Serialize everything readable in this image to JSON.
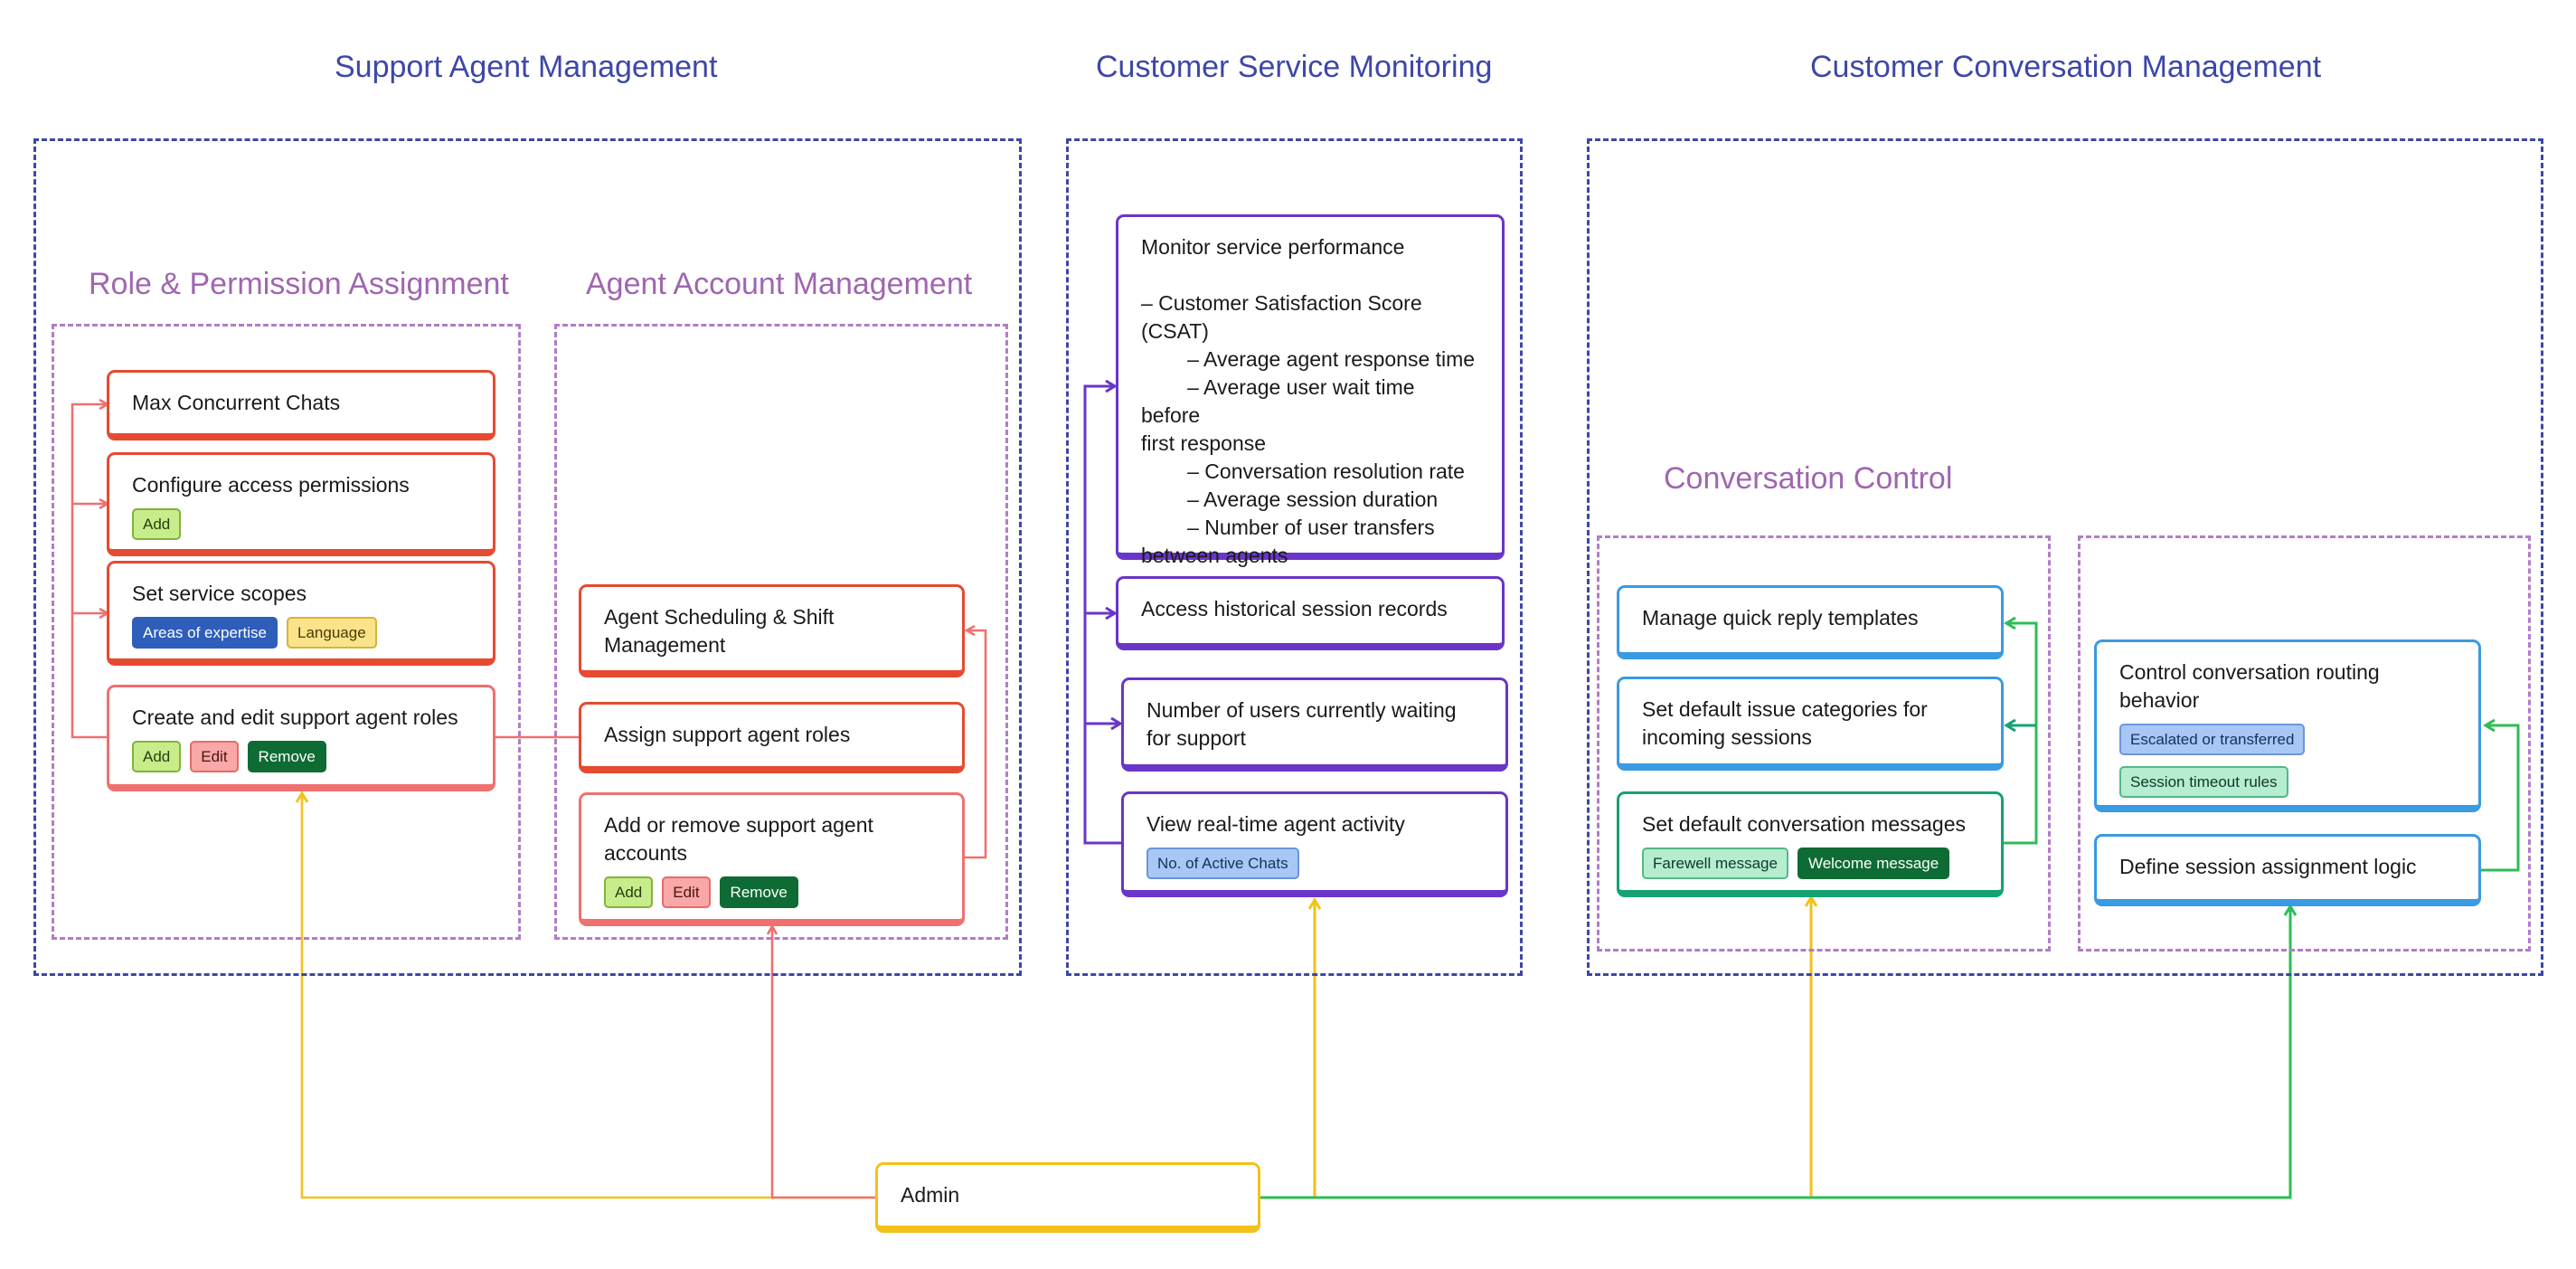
{
  "sections": {
    "support_agent_management": "Support Agent Management",
    "customer_service_monitoring": "Customer Service Monitoring",
    "customer_conversation_management": "Customer Conversation Management"
  },
  "subgroups": {
    "role_permission": "Role & Permission Assignment",
    "agent_account": "Agent Account Management",
    "conversation_control": "Conversation Control"
  },
  "nodes": {
    "max_concurrent": {
      "label": "Max Concurrent Chats"
    },
    "configure_access": {
      "label": "Configure access permissions",
      "tags": [
        "Add"
      ]
    },
    "service_scopes": {
      "label": "Set service scopes",
      "tags": [
        "Areas of expertise",
        "Language"
      ]
    },
    "create_roles": {
      "label": "Create and edit support agent roles",
      "tags": [
        "Add",
        "Edit",
        "Remove"
      ]
    },
    "scheduling": {
      "label": "Agent Scheduling & Shift\nManagement"
    },
    "assign_roles": {
      "label": "Assign support agent roles"
    },
    "add_remove_accounts": {
      "label": "Add or remove support agent\naccounts",
      "tags": [
        "Add",
        "Edit",
        "Remove"
      ]
    },
    "monitor_performance": {
      "label": "Monitor service performance\n\n– Customer Satisfaction Score (CSAT)\n        – Average agent response time\n        – Average user wait time before\nfirst response\n        – Conversation resolution rate\n        – Average session duration\n        – Number of user transfers\nbetween agents"
    },
    "historical_records": {
      "label": "Access historical session records"
    },
    "users_waiting": {
      "label": "Number of users currently waiting\nfor support"
    },
    "realtime_activity": {
      "label": "View real-time agent activity",
      "tags": [
        "No. of Active Chats"
      ]
    },
    "quick_reply": {
      "label": "Manage quick reply templates"
    },
    "issue_categories": {
      "label": "Set default issue categories for\nincoming sessions"
    },
    "default_messages": {
      "label": "Set default conversation messages",
      "tags": [
        "Farewell message",
        "Welcome message"
      ]
    },
    "routing_behavior": {
      "label": "Control conversation routing\nbehavior",
      "tags": [
        "Escalated or transferred",
        "Session timeout rules"
      ]
    },
    "assignment_logic": {
      "label": "Define session assignment logic"
    },
    "admin": {
      "label": "Admin"
    }
  },
  "colors": {
    "section_title": "#3d47a8",
    "subgroup_title": "#a066b0",
    "admin_edge_yellow": "#f2c21a",
    "admin_edge_red": "#f07070",
    "admin_edge_green": "#2dbd55",
    "monitor_edge_purple": "#6a35c8",
    "conversation_edge_teal": "#16a175"
  }
}
